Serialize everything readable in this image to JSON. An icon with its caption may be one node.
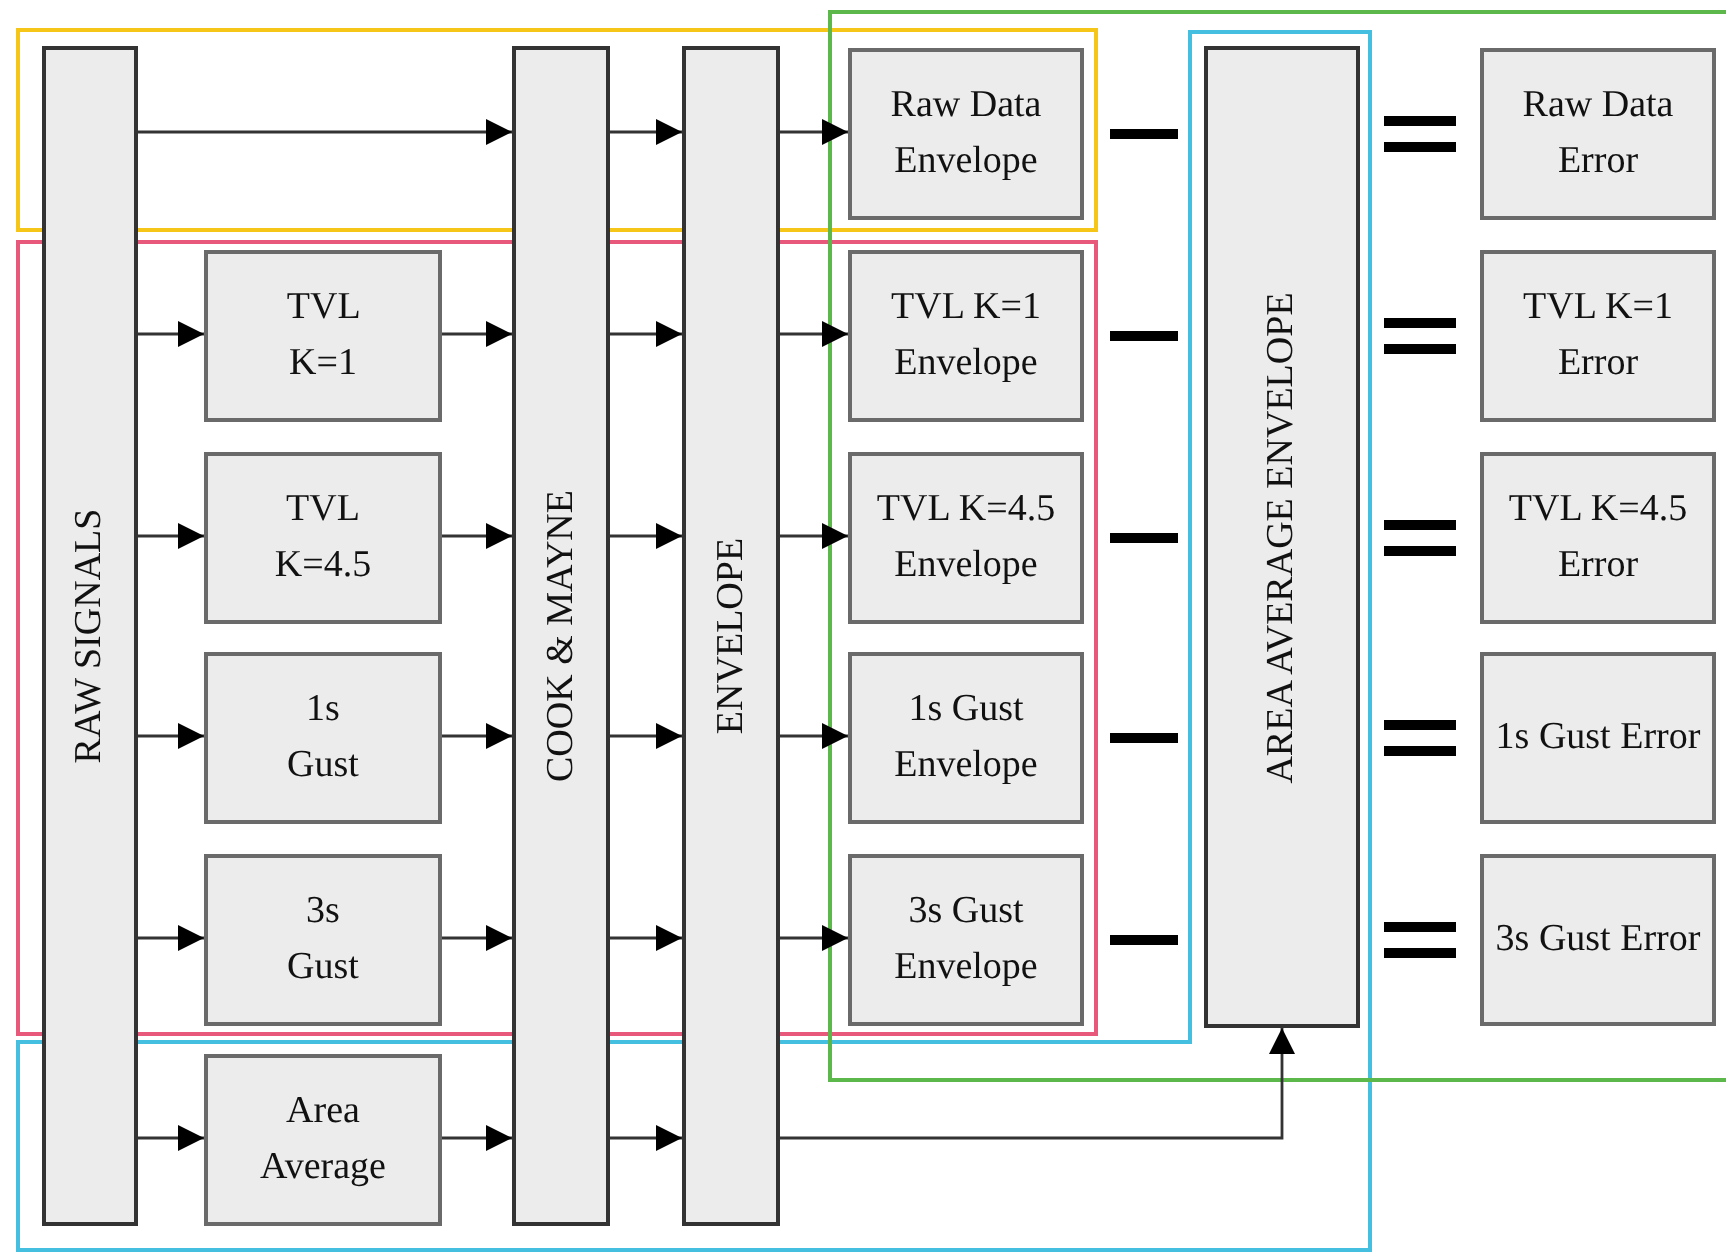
{
  "diagram": {
    "nodes": [
      {
        "text": [
          "RAW SIGNALS"
        ]
      },
      {
        "text": [
          "TVL K=1"
        ]
      },
      {
        "text": [
          "TVL K=4.5"
        ]
      },
      {
        "text": [
          "1s Gust"
        ]
      },
      {
        "text": [
          "3s Gust"
        ]
      },
      {
        "text": [
          "Area Average"
        ]
      },
      {
        "text": [
          "COOK & MAYNE"
        ]
      },
      {
        "text": [
          "ENVELOPE"
        ]
      },
      {
        "text": [
          "Raw Data Envelope"
        ]
      },
      {
        "text": [
          "TVL K=1 Envelope"
        ]
      },
      {
        "text": [
          "TVL K=4.5 Envelope"
        ]
      },
      {
        "text": [
          "1s Gust Envelope"
        ]
      },
      {
        "text": [
          "3s Gust Envelope"
        ]
      },
      {
        "text": [
          "AREA AVERAGE ENVELOPE"
        ]
      },
      {
        "text": [
          "Raw Data Error"
        ]
      },
      {
        "text": [
          "TVL K=1 Error"
        ]
      },
      {
        "text": [
          "TVL K=4.5 Error"
        ]
      },
      {
        "text": [
          "1s Gust Error"
        ]
      },
      {
        "text": [
          "3s Gust Error"
        ]
      }
    ],
    "edges": [
      {
        "from": 0,
        "to": 6,
        "arrow": "to"
      },
      {
        "from": 6,
        "to": 7,
        "arrow": "to"
      },
      {
        "from": 7,
        "to": 8,
        "arrow": "to"
      },
      {
        "from": 0,
        "to": 1,
        "arrow": "to"
      },
      {
        "from": 1,
        "to": 6,
        "arrow": "to"
      },
      {
        "from": 6,
        "to": 7,
        "arrow": "to"
      },
      {
        "from": 7,
        "to": 9,
        "arrow": "to"
      },
      {
        "from": 0,
        "to": 2,
        "arrow": "to"
      },
      {
        "from": 2,
        "to": 6,
        "arrow": "to"
      },
      {
        "from": 6,
        "to": 7,
        "arrow": "to"
      },
      {
        "from": 7,
        "to": 10,
        "arrow": "to"
      },
      {
        "from": 0,
        "to": 3,
        "arrow": "to"
      },
      {
        "from": 3,
        "to": 6,
        "arrow": "to"
      },
      {
        "from": 6,
        "to": 7,
        "arrow": "to"
      },
      {
        "from": 7,
        "to": 11,
        "arrow": "to"
      },
      {
        "from": 0,
        "to": 4,
        "arrow": "to"
      },
      {
        "from": 4,
        "to": 6,
        "arrow": "to"
      },
      {
        "from": 6,
        "to": 7,
        "arrow": "to"
      },
      {
        "from": 7,
        "to": 12,
        "arrow": "to"
      },
      {
        "from": 0,
        "to": 5,
        "arrow": "to"
      },
      {
        "from": 5,
        "to": 6,
        "arrow": "to"
      },
      {
        "from": 6,
        "to": 7,
        "arrow": "to"
      },
      {
        "from": 7,
        "to": 13,
        "arrow": "to"
      }
    ]
  }
}
